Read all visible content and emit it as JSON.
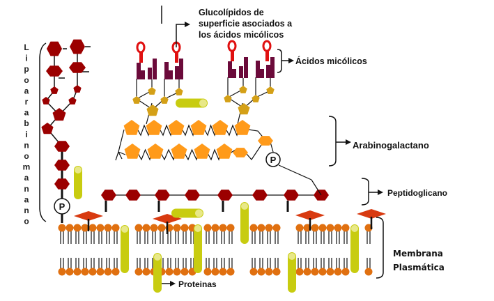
{
  "title": "Pared celular de micobacterias",
  "labels": {
    "lipoarabinomanano": "Lipoarabinomanano",
    "glucolipidos_line1": "Glucolípidos de",
    "glucolipidos_line2": "superficie asociados a",
    "glucolipidos_line3": "los ácidos micólicos",
    "acidos_micolicos": "Ácidos micólicos",
    "arabinogalactano": "Arabinogalactano",
    "peptidoglicano": "Peptidoglicano",
    "membrana_line1": "Membrana",
    "membrana_line2": "Plasmática",
    "proteinas": "Proteinas",
    "phosphate": "P"
  },
  "colors": {
    "lam_hexagon": "#9b0000",
    "peptidoglycan_hexagon": "#9b0000",
    "arabinogalactan_pentagon": "#ff9a1a",
    "mycolic_sugar": "#d4a017",
    "mycolic_acid_bar": "#6b0a3a",
    "glycolipid_head": "#e01010",
    "protein": "#c8cc10",
    "protein_highlight": "#e8e888",
    "lipid_head": "#e07010",
    "lipoprotein_diamond": "#d83a10"
  }
}
